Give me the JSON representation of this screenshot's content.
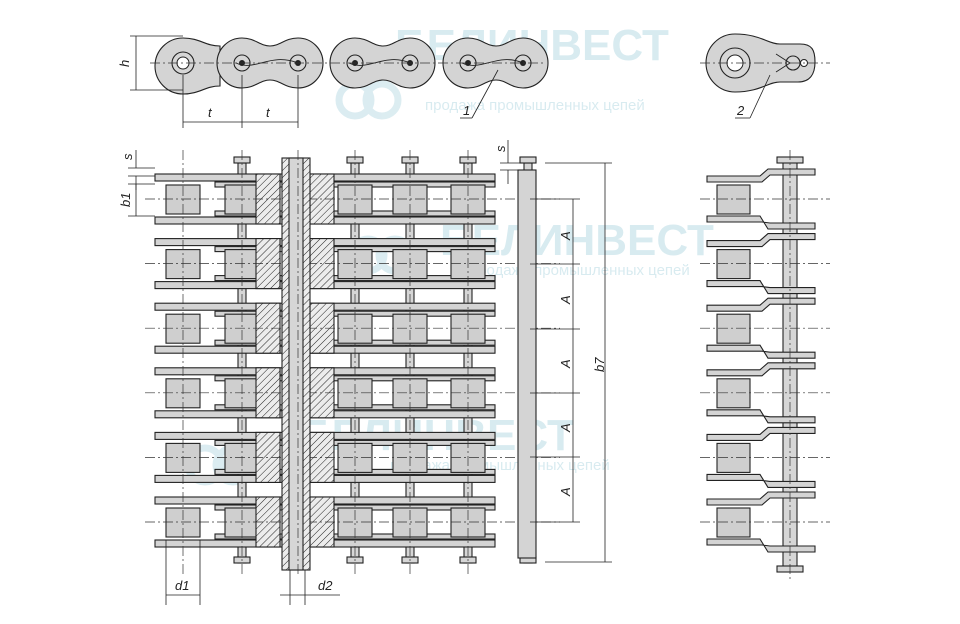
{
  "watermark": {
    "brand": "БЕЛИНВЕСТ",
    "tagline": "продажа промышленных цепей"
  },
  "labels": {
    "h": "h",
    "t1": "t",
    "t2": "t",
    "callout_1": "1",
    "callout_2": "2",
    "s_left": "s",
    "s_right": "s",
    "b1": "b1",
    "A_1": "A",
    "A_2": "A",
    "A_3": "A",
    "A_4": "A",
    "A_5": "A",
    "b7": "b7",
    "d1": "d1",
    "d2": "d2"
  },
  "colors": {
    "line": "#222222",
    "part_fill": "#d4d4d4",
    "watermark": "#b9dbe4"
  },
  "strands": 6
}
